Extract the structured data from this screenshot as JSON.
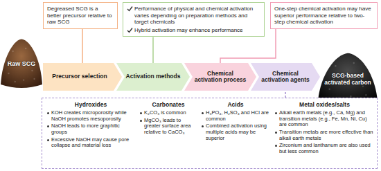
{
  "diagram": {
    "nodes": [
      {
        "text": [
          "Degreased SCG is a better precursor relative to raw SCG"
        ]
      },
      {
        "text": [
          "Performance of physical and chemical activation varies depending on preparation methods and target chemicals",
          "Hybrid activation may enhance performance"
        ]
      },
      {
        "text": [
          "One-step chemical activation may have superior performance relative to two-step chemical activation"
        ]
      },
      {
        "text": [
          "Raw SCG"
        ]
      },
      {
        "text": [
          "Precursor selection"
        ]
      },
      {
        "text": [
          "Activation methods"
        ]
      },
      {
        "text": [
          "Chemical activation process"
        ]
      },
      {
        "text": [
          "Chemical activation agents"
        ]
      },
      {
        "text": [
          "SCG-based activated carbon"
        ]
      },
      {
        "text": [
          "Hydroxides",
          "KOH creates microporosity while NaOH promotes mesoporosity",
          "NaOH leads to more graphitic groups",
          "Excessive NaOH may cause pore collapse and material loss",
          "Carbonates",
          "K₂CO₃ is common",
          "MgCO₃ leads to greater surface area relative to CaCO₃",
          "Acids",
          "H₃PO₄, H₂SO₄ and HCl are common",
          "Combined activation using multiple acids may be superior",
          "Metal oxides/salts",
          "Alkali earth metals (e.g., Ca, Mg) and transition metals (e.g., Fe, Mn, Ni, Cu) are common",
          "Transition metals are more effective than alkali earth metals",
          "Zirconium and lanthanum are also used but less common"
        ]
      }
    ],
    "edges": [
      {
        "from": 0,
        "to": 4,
        "arrow": "none"
      },
      {
        "from": 1,
        "to": 5,
        "arrow": "none"
      },
      {
        "from": 2,
        "to": 6,
        "arrow": "none"
      },
      {
        "from": 9,
        "to": 7,
        "arrow": "none"
      }
    ]
  }
}
